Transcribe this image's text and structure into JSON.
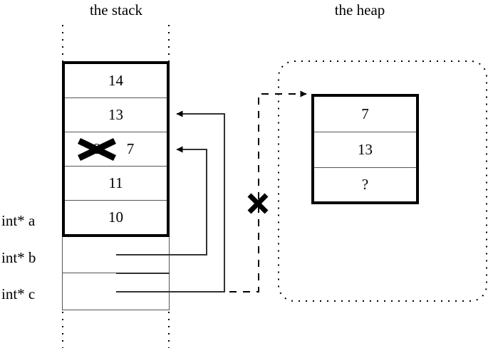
{
  "diagram": {
    "stack": {
      "title": "the stack",
      "frame_cells": [
        {
          "value": "14"
        },
        {
          "value": "13"
        },
        {
          "value": "12",
          "crossed_out": true,
          "replacement": "7"
        },
        {
          "value": "11"
        },
        {
          "value": "10"
        }
      ],
      "lower_cells": [
        {
          "value": ""
        },
        {
          "value": ""
        }
      ],
      "variable_labels": [
        "int* a",
        "int* b",
        "int* c"
      ]
    },
    "heap": {
      "title": "the heap",
      "cells": [
        {
          "value": "7"
        },
        {
          "value": "13"
        },
        {
          "value": "?"
        }
      ]
    },
    "annotations": {
      "crossed_pointer_mark": "×",
      "crossed_value_mark": "×"
    },
    "colors": {
      "stroke": "#000000",
      "thin_stroke": "#555555",
      "background": "#ffffff"
    }
  }
}
